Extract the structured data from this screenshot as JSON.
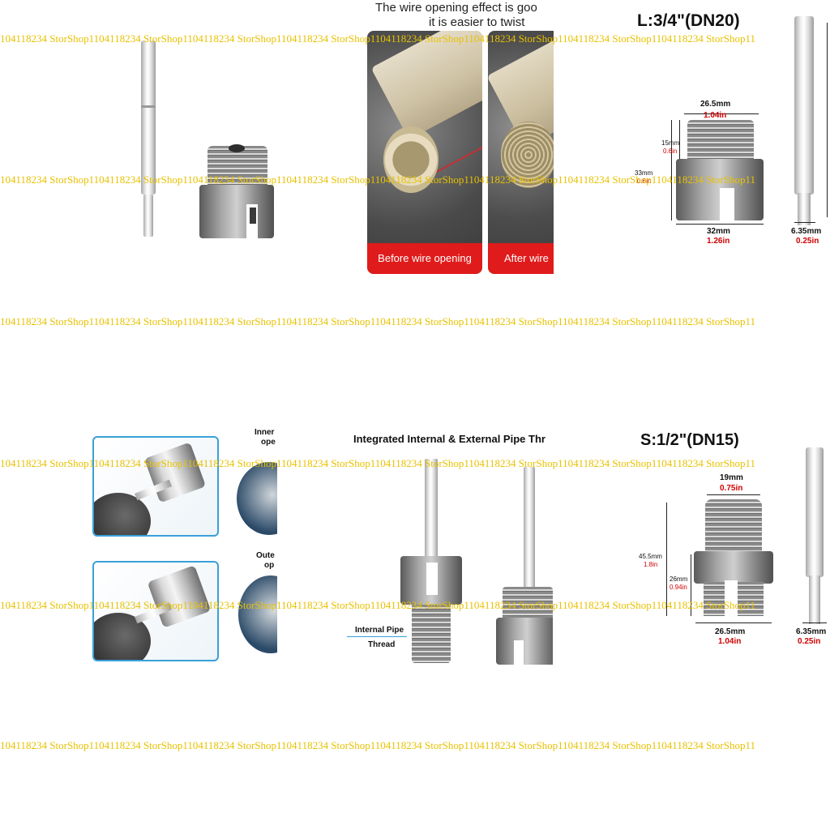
{
  "watermark": "104118234 StorShop1104118234 StorShop1104118234 StorShop1104118234 StorShop1104118234 StorShop1104118234 StorShop1104118234 StorShop1104118234 StorShop11",
  "panel2": {
    "caption_line1": "The wire opening effect is goo",
    "caption_line2": "it is easier to twist",
    "badge_before": "Before wire opening",
    "badge_after": "After wire"
  },
  "panel3": {
    "title": "L:3/4\"(DN20)",
    "top_mm": "26.5mm",
    "top_in": "1.04in",
    "left1_mm": "15mm",
    "left1_in": "0.6in",
    "left2_mm": "33mm",
    "left2_in": "0.6in",
    "bottom_mm": "32mm",
    "bottom_in": "1.26in",
    "rod_mm": "6.35mm",
    "rod_in": "0.25in"
  },
  "panel4": {
    "label_inner_1": "Inner",
    "label_inner_2": "ope",
    "label_outer_1": "Oute",
    "label_outer_2": "op"
  },
  "panel5": {
    "caption": "Integrated Internal & External Pipe Thr",
    "label_line1": "Internal Pipe",
    "label_line2": "Thread"
  },
  "panel6": {
    "title": "S:1/2\"(DN15)",
    "top_mm": "19mm",
    "top_in": "0.75in",
    "left1_mm": "45.5mm",
    "left1_in": "1.8in",
    "left2_mm": "26mm",
    "left2_in": "0.94in",
    "bottom_mm": "26.5mm",
    "bottom_in": "1.04in",
    "rod_mm": "6.35mm",
    "rod_in": "0.25in"
  },
  "colors": {
    "watermark": "#e8c100",
    "badge_red": "#e01b1b",
    "dimension_red": "#d10000"
  }
}
